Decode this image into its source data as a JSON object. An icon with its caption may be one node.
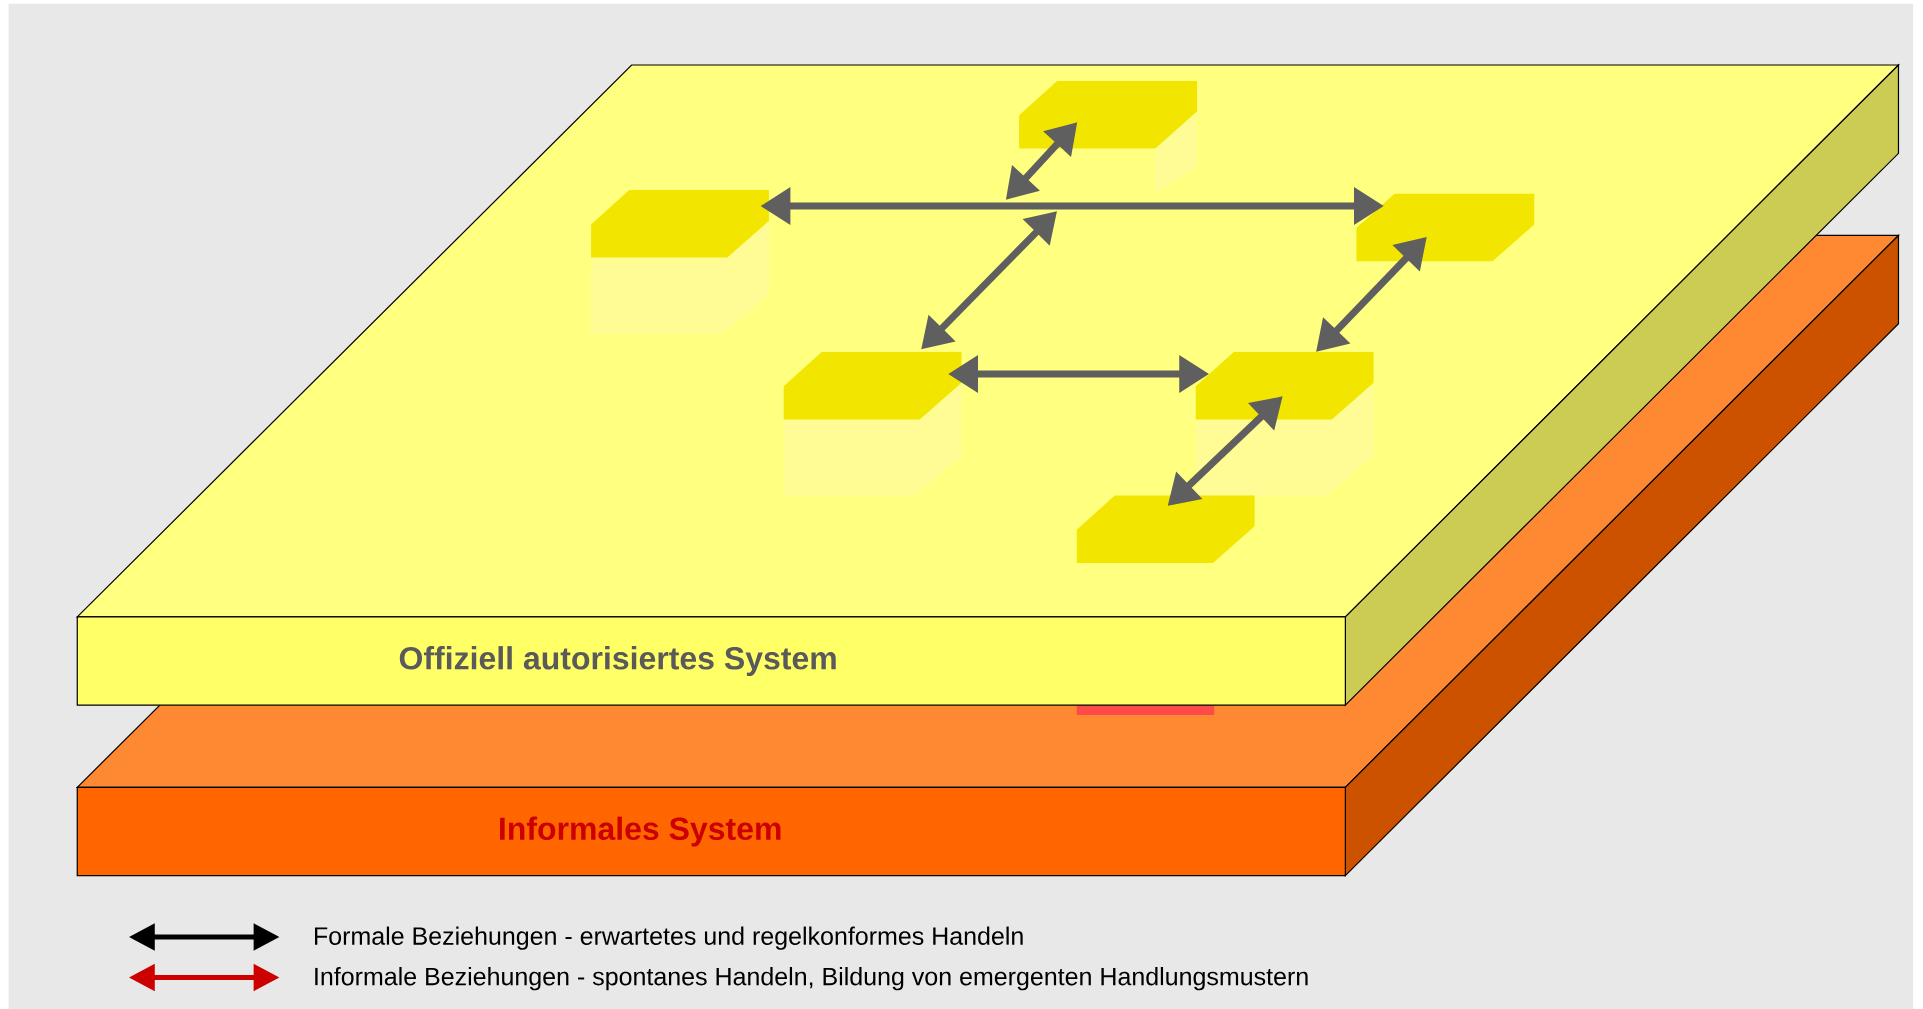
{
  "diagram": {
    "nodes": [
      {
        "text": [
          "Offiziell autorisiertes System"
        ]
      },
      {
        "text": [
          "Informales System"
        ]
      },
      {
        "text": [],
        "shape": "box"
      },
      {
        "text": [],
        "shape": "box"
      },
      {
        "text": [],
        "shape": "box"
      },
      {
        "text": [],
        "shape": "box"
      },
      {
        "text": [],
        "shape": "box"
      },
      {
        "text": [],
        "shape": "box"
      }
    ],
    "edges": [
      {
        "from": 3,
        "to": 4,
        "arrow": "both"
      },
      {
        "from": 2,
        "to": null,
        "arrow": "both"
      },
      {
        "from": null,
        "to": 5,
        "arrow": "both"
      },
      {
        "from": 5,
        "to": 6,
        "arrow": "both"
      },
      {
        "from": 4,
        "to": 6,
        "arrow": "both"
      },
      {
        "from": 6,
        "to": 7,
        "arrow": "both"
      }
    ],
    "legend": [
      {
        "text": "Formale Beziehungen - erwartetes und regelkonformes Handeln"
      },
      {
        "text": "Informale Beziehungen - spontanes Handeln, Bildung von emergenten Handlungsmustern"
      }
    ]
  }
}
